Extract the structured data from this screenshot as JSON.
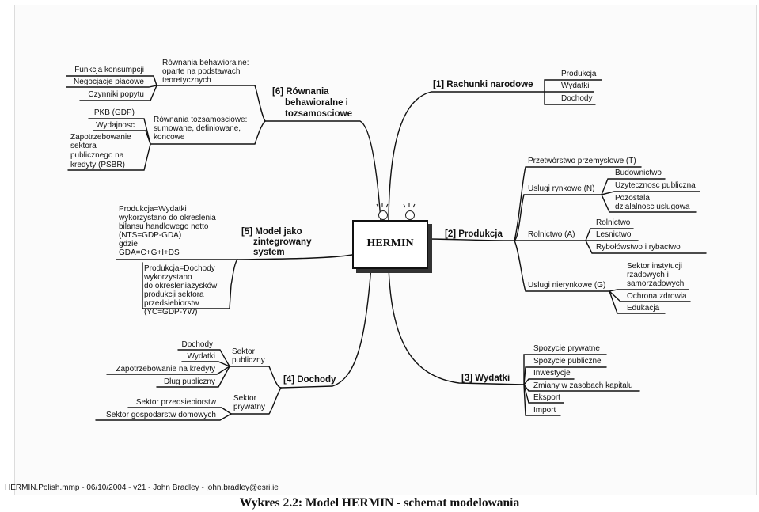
{
  "center": "HERMIN",
  "branches": {
    "b1": {
      "title": "[1] Rachunki narodowe",
      "items": [
        "Produkcja",
        "Wydatki",
        "Dochody"
      ]
    },
    "b2": {
      "title": "[2] Produkcja",
      "t": "Przetwórstwo przemysłowe (T)",
      "n": "Uslugi rynkowe (N)",
      "n_items": [
        "Budownictwo",
        "Uzytecznosc publiczna",
        "Pozostala",
        "dzialalnosc uslugowa"
      ],
      "a": "Rolnictwo (A)",
      "a_items": [
        "Rolnictwo",
        "Lesnictwo",
        "Rybołówstwo i rybactwo"
      ],
      "g": "Uslugi nierynkowe (G)",
      "g_items": [
        "Sektor instytucji",
        "rzadowych i",
        "samorzadowych",
        "Ochrona zdrowia",
        "Edukacja"
      ]
    },
    "b3": {
      "title": "[3] Wydatki",
      "items": [
        "Spozycie prywatne",
        "Spozycie publiczne",
        "Inwestycje",
        "Zmiany w zasobach kapitalu",
        "Eksport",
        "Import"
      ]
    },
    "b4": {
      "title": "[4] Dochody",
      "pub_title": [
        "Sektor",
        "publiczny"
      ],
      "pub_items": [
        "Dochody",
        "Wydatki",
        "Zapotrzebowanie na kredyty",
        "Dług publiczny"
      ],
      "priv_title": [
        "Sektor",
        "prywatny"
      ],
      "priv_items": [
        "Sektor przedsiebiorstw",
        "Sektor gospodarstw domowych"
      ]
    },
    "b5": {
      "title": [
        "[5] Model jako",
        "zintegrowany",
        "system"
      ],
      "note1": [
        "Produkcja=Wydatki",
        "wykorzystano do okreslenia",
        "bilansu handlowego netto",
        "(NTS=GDP-GDA)",
        "gdzie",
        "GDA=C+G+I+DS"
      ],
      "note2": [
        "Produkcja=Dochody",
        "wykorzystano",
        "do okresleniazysków",
        "produkcji sektora",
        "przedsiebiorstw",
        "(YC=GDP-YW)"
      ]
    },
    "b6": {
      "title": [
        "[6] Równania",
        "behawioralne i",
        "tozsamosciowe"
      ],
      "beh_title": [
        "Równania behawioralne:",
        "oparte na podstawach",
        "teoretycznych"
      ],
      "beh_items": [
        "Funkcja konsumpcji",
        "Negocjacje płacowe",
        "Czynniki popytu"
      ],
      "toz_title": [
        "Równania tozsamosciowe:",
        "sumowane, definiowane,",
        "koncowe"
      ],
      "toz_items": [
        "PKB (GDP)",
        "Wydajnosc"
      ],
      "psbr": [
        "Zapotrzebowanie",
        "sektora",
        "publicznego na",
        "kredyty (PSBR)"
      ]
    }
  },
  "footer": "HERMIN.Polish.mmp - 06/10/2004 - v21 - John Bradley - john.bradley@esri.ie",
  "caption": "Wykres 2.2: Model HERMIN - schemat modelowania"
}
